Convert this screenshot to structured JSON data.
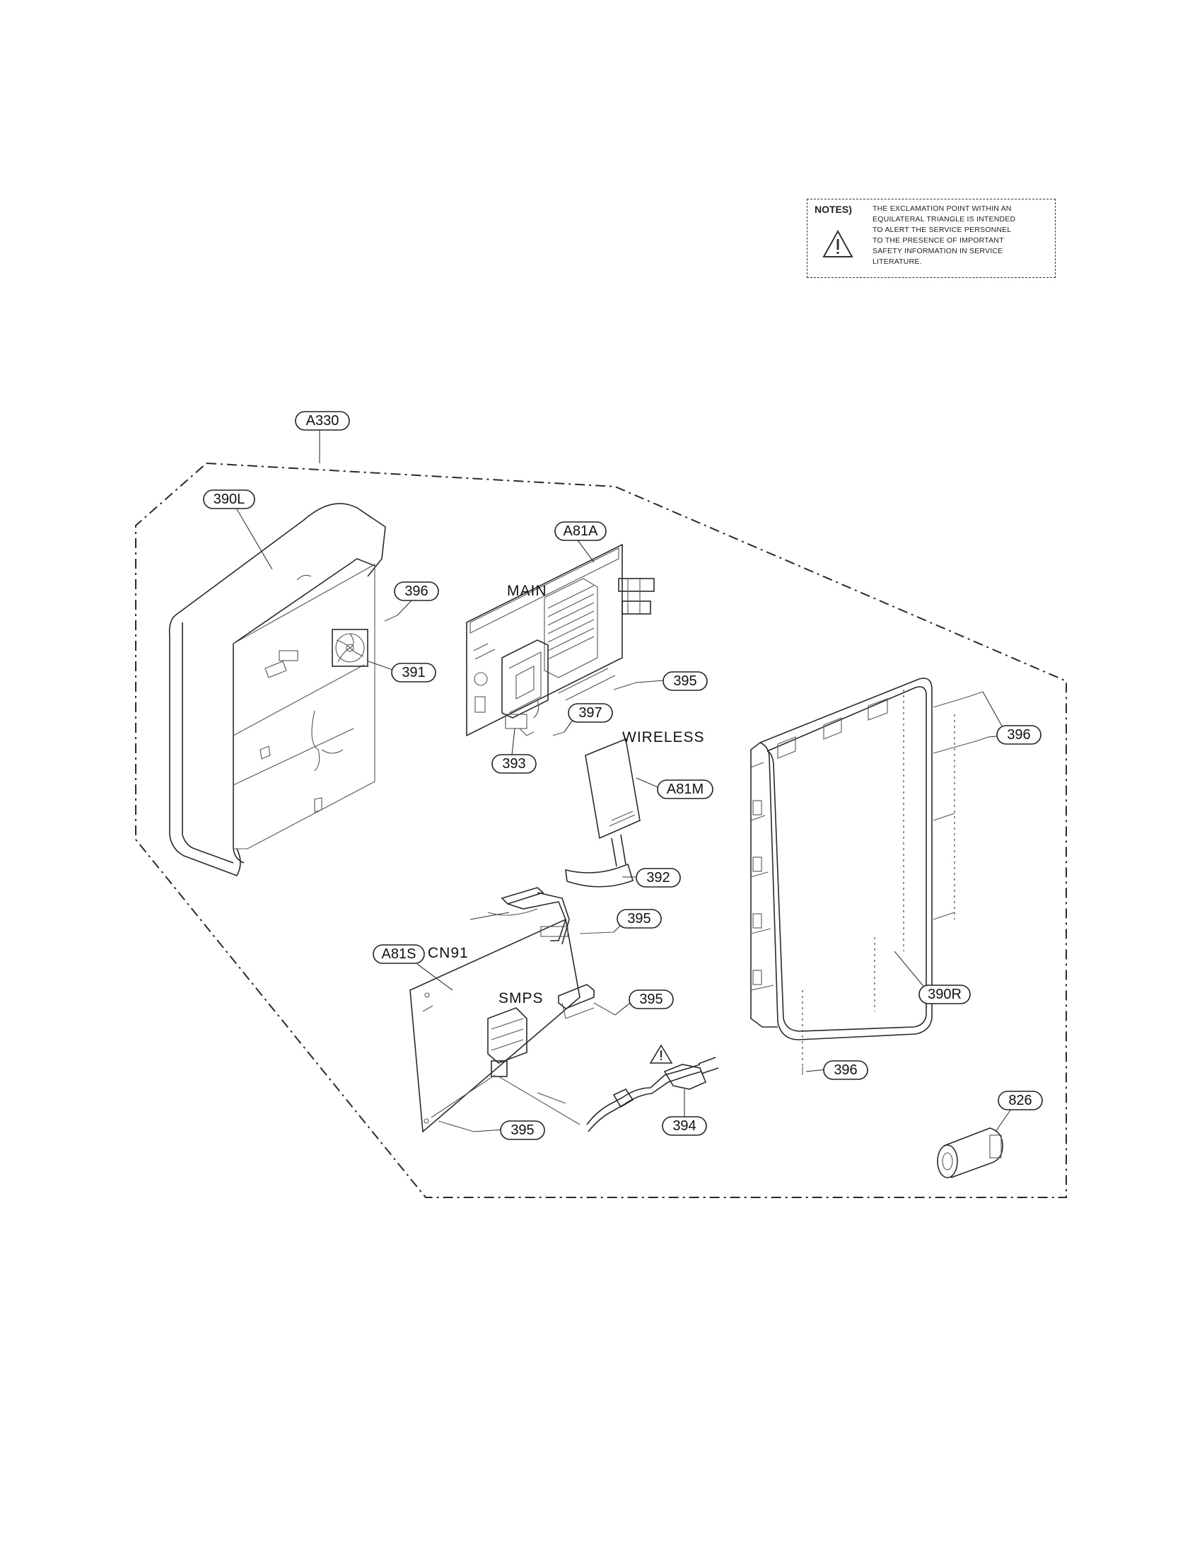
{
  "notes": {
    "label": "NOTES)",
    "lines": [
      "THE EXCLAMATION POINT WITHIN AN",
      "EQUILATERAL TRIANGLE IS INTENDED",
      "TO ALERT THE SERVICE PERSONNEL",
      "TO THE PRESENCE OF IMPORTANT",
      "SAFETY INFORMATION IN SERVICE",
      "LITERATURE."
    ],
    "icon": "warning-triangle-icon"
  },
  "callouts": {
    "a330": "A330",
    "c390l": "390L",
    "a81a": "A81A",
    "c396_top": "396",
    "c391": "391",
    "c395_main": "395",
    "c397": "397",
    "c393": "393",
    "a81m": "A81M",
    "c396_right": "396",
    "c392": "392",
    "c395_smps_top": "395",
    "a81s": "A81S",
    "c395_smps_mid": "395",
    "c390r": "390R",
    "c396_bottom": "396",
    "c826": "826",
    "c395_smps_bottom": "395",
    "c394": "394"
  },
  "labels": {
    "main": "MAIN",
    "wireless": "WIRELESS",
    "cn91": "CN91",
    "smps": "SMPS"
  },
  "colors": {
    "line": "#2a2a2a",
    "light": "#777777"
  }
}
